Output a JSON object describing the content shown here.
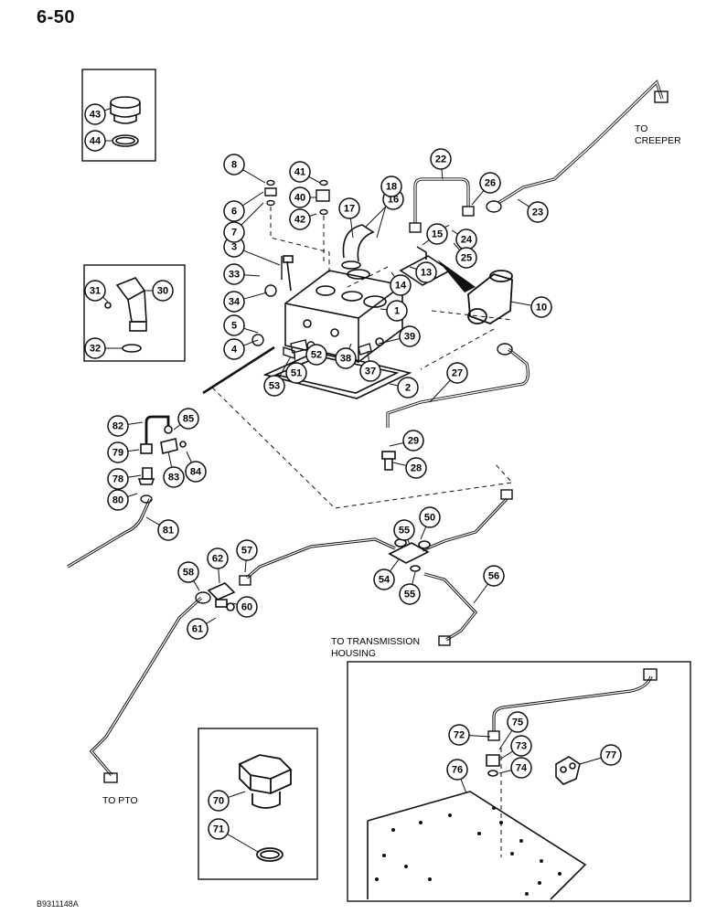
{
  "page": {
    "number": "6-50",
    "figure_code": "B9311148A"
  },
  "annotations": {
    "creeper": [
      "TO",
      "CREEPER"
    ],
    "transmission": [
      "TO TRANSMISSION",
      "HOUSING"
    ],
    "pto": "TO PTO"
  },
  "callouts": [
    "1",
    "2",
    "3",
    "4",
    "5",
    "6",
    "7",
    "8",
    "10",
    "13",
    "14",
    "15",
    "16",
    "17",
    "18",
    "22",
    "23",
    "24",
    "25",
    "26",
    "27",
    "28",
    "29",
    "30",
    "31",
    "32",
    "33",
    "34",
    "37",
    "38",
    "39",
    "40",
    "41",
    "42",
    "43",
    "44",
    "50",
    "51",
    "52",
    "53",
    "54",
    "55",
    "55",
    "56",
    "57",
    "58",
    "60",
    "61",
    "62",
    "70",
    "71",
    "72",
    "73",
    "74",
    "75",
    "76",
    "77",
    "78",
    "79",
    "80",
    "81",
    "82",
    "83",
    "84",
    "85"
  ]
}
